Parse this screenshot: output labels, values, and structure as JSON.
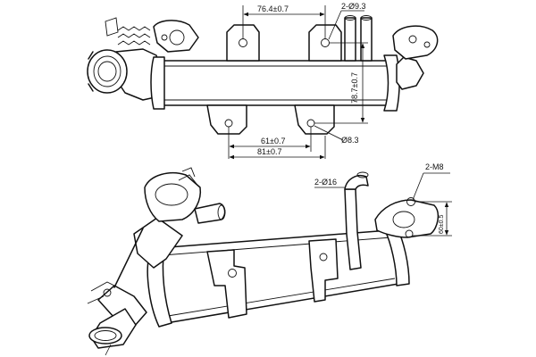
{
  "dimensions": {
    "d_76": "76.4±0.7",
    "d_2holes_top": "2-Ø9.3",
    "d_78": "78.7±0.7",
    "d_61": "61±0.7",
    "d_81": "81±0.7",
    "d_phi83": "Ø8.3",
    "d_2phi16": "2-Ø16",
    "d_2m8": "2-M8",
    "d_60": "60±0.5"
  }
}
